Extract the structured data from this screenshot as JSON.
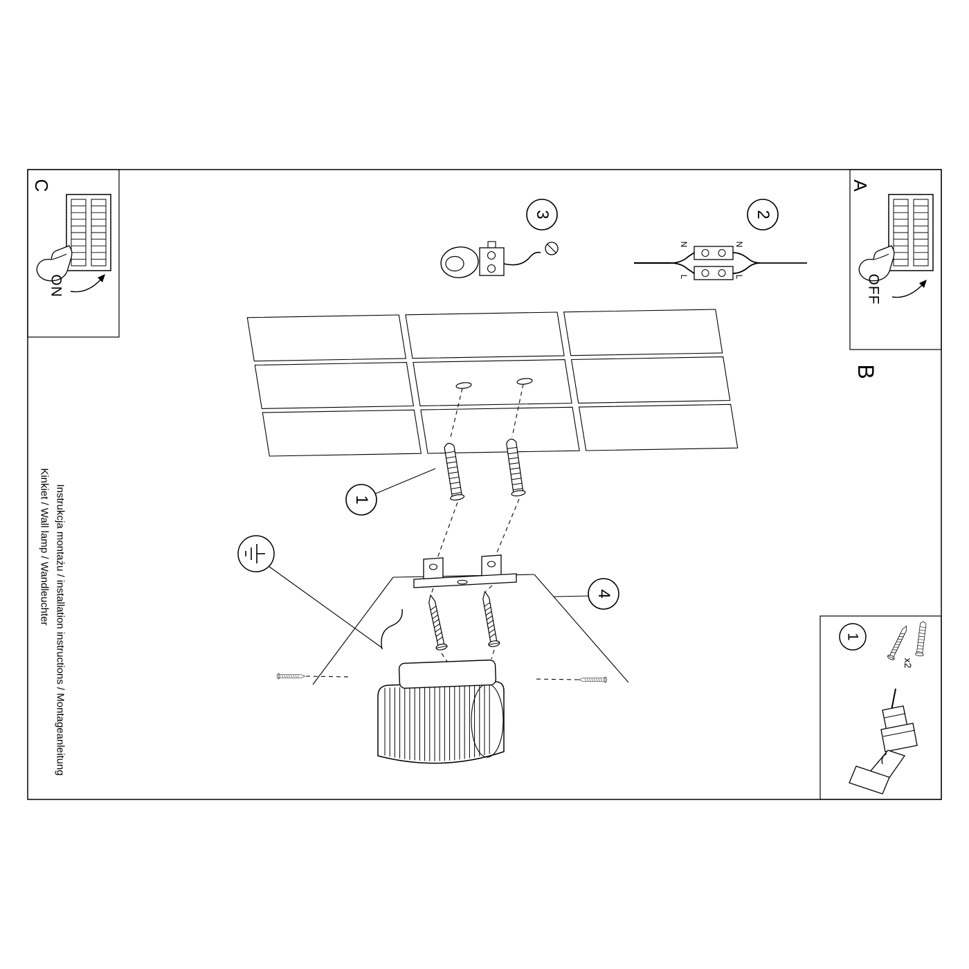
{
  "sheet": {
    "corner_labels": {
      "a": "A",
      "b": "B",
      "c": "C"
    },
    "switch": {
      "on": "ON",
      "off": "OFF"
    },
    "steps": {
      "step1": "1",
      "step2": "2",
      "step3": "3",
      "step4": "4"
    },
    "wiring_labels": {
      "neutral": "N",
      "live": "L"
    },
    "parts_box": {
      "step_number": "1",
      "screw_quantity": "x2"
    },
    "footer": {
      "line1": "Instrukcja montażu / installation instructions / Montageanleitung",
      "line2": "Kinkiet / Wall lamp / Wandleuchter"
    },
    "colors": {
      "line": "#000000",
      "background": "#ffffff"
    }
  }
}
